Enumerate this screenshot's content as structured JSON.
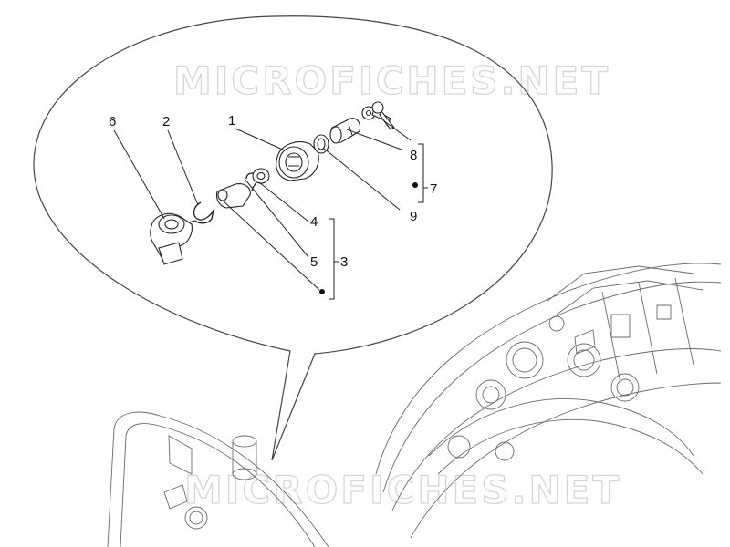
{
  "watermark": "MICROFICHES.NET",
  "callouts": [
    {
      "id": "1",
      "text": "1"
    },
    {
      "id": "2",
      "text": "2"
    },
    {
      "id": "3",
      "text": "3"
    },
    {
      "id": "4",
      "text": "4"
    },
    {
      "id": "5",
      "text": "5"
    },
    {
      "id": "6",
      "text": "6"
    },
    {
      "id": "7",
      "text": "7"
    },
    {
      "id": "8",
      "text": "8"
    },
    {
      "id": "9",
      "text": "9"
    }
  ],
  "colors": {
    "line": "#222222",
    "watermark": "#d6d6d6",
    "frame": "#6a6a6a"
  }
}
